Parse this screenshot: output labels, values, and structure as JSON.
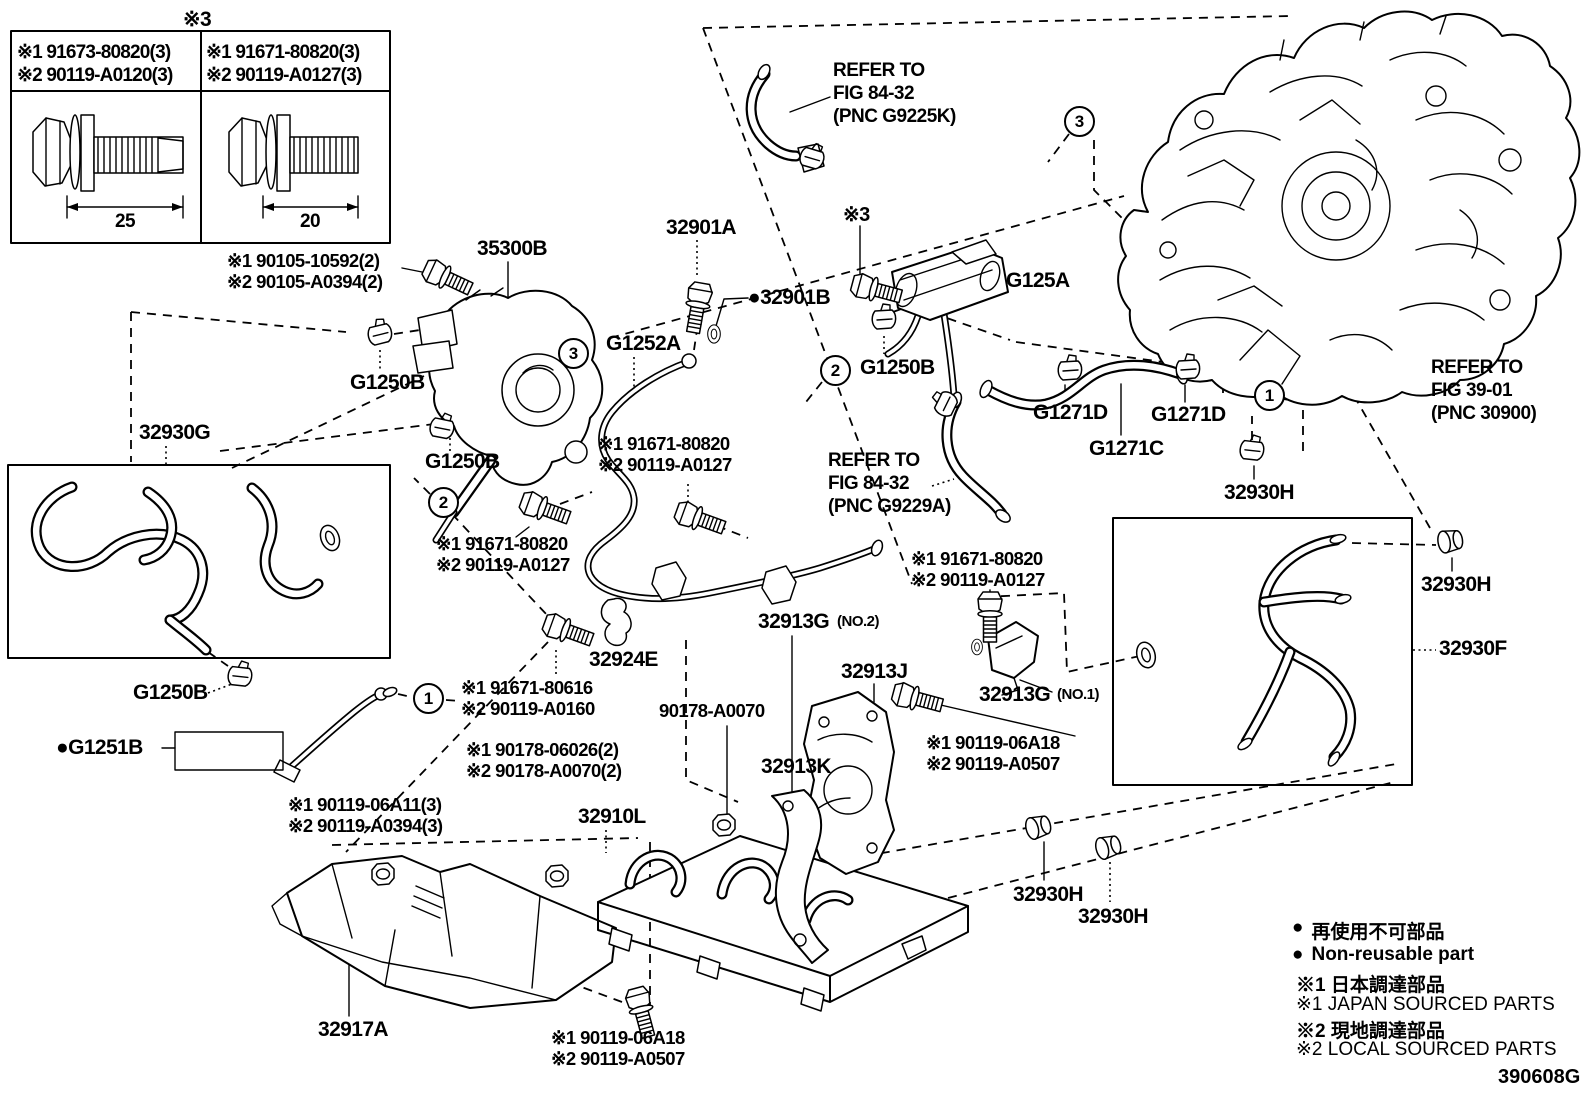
{
  "diagram": {
    "figure_code": "390608G",
    "table": {
      "header_note": "※3",
      "columns": [
        {
          "line1": "※1 91673-80820(3)",
          "line2": "※2 90119-A0120(3)",
          "length_mm": "25"
        },
        {
          "line1": "※1 91671-80820(3)",
          "line2": "※2 90119-A0127(3)",
          "length_mm": "20"
        }
      ]
    },
    "callouts": {
      "one": "1",
      "two": "2",
      "three": "3"
    },
    "labels": {
      "n90105": "※1 90105-10592(2)\n※2 90105-A0394(2)",
      "p35300B": "35300B",
      "p32901A": "32901A",
      "p32901B": "●32901B",
      "n3": "※3",
      "pG125A": "G125A",
      "pG1250B": "G1250B",
      "pG1251B": "●G1251B",
      "pG1252A": "G1252A",
      "pG1271D": "G1271D",
      "pG1271C": "G1271C",
      "p32930G": "32930G",
      "p32930H": "32930H",
      "p32930F": "32930F",
      "p32913G": "32913G",
      "no1": "(NO.1)",
      "no2": "(NO.2)",
      "p32913J": "32913J",
      "p32913K": "32913K",
      "p32924E": "32924E",
      "p32910L": "32910L",
      "p32917A": "32917A",
      "n91671_80820": "※1 91671-80820\n※2 90119-A0127",
      "n91671_80616": "※1 91671-80616\n※2 90119-A0160",
      "n90178_A0070": "90178-A0070",
      "n90178_06026": "※1 90178-06026(2)\n※2 90178-A0070(2)",
      "n90119_06A18": "※1 90119-06A18\n※2 90119-A0507",
      "n90119_06A11": "※1 90119-06A11(3)\n※2 90119-A0394(3)",
      "refer_g9225k": "REFER TO\nFIG 84-32\n(PNC G9225K)",
      "refer_g9229a": "REFER TO\nFIG 84-32\n(PNC G9229A)",
      "refer_30900": "REFER TO\nFIG 39-01\n(PNC 30900)"
    },
    "legend": {
      "dot": "●",
      "nonreusable_jp": "再使用不可部品",
      "nonreusable_en": "Non-reusable part",
      "japan_jp": "※1 日本調達部品",
      "japan_en": "※1 JAPAN SOURCED PARTS",
      "local_jp": "※2 現地調達部品",
      "local_en": "※2 LOCAL SOURCED PARTS"
    }
  }
}
